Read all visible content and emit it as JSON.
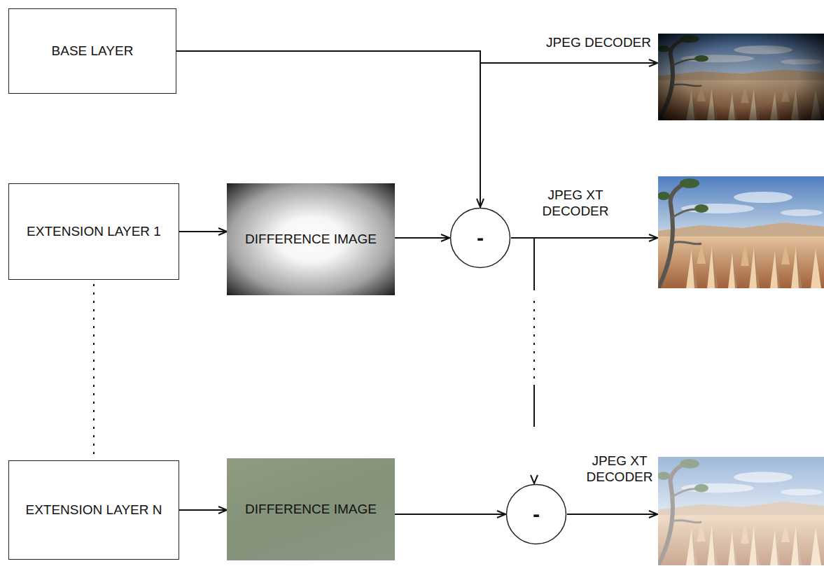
{
  "diagram": {
    "nodes": [
      {
        "text": [
          "BASE LAYER"
        ]
      },
      {
        "text": [
          "EXTENSION LAYER 1"
        ]
      },
      {
        "text": [
          "DIFFERENCE IMAGE"
        ]
      },
      {
        "text": [
          "-"
        ]
      },
      {
        "text": [
          "EXTENSION LAYER N"
        ]
      },
      {
        "text": [
          "DIFFERENCE IMAGE"
        ]
      },
      {
        "text": [
          "-"
        ]
      }
    ],
    "edges": [
      {
        "from": 0,
        "to": 3,
        "arrow": "to"
      },
      {
        "from": 1,
        "to": 2,
        "arrow": "to"
      },
      {
        "from": 2,
        "to": 3,
        "arrow": "to"
      },
      {
        "from": 3,
        "to": 6,
        "arrow": "to"
      },
      {
        "from": 1,
        "to": 4,
        "arrow": "none"
      },
      {
        "from": 4,
        "to": 5,
        "arrow": "to"
      },
      {
        "from": 5,
        "to": 6,
        "arrow": "to"
      }
    ],
    "labels": [
      "JPEG DECODER",
      "JPEG XT DECODER",
      "JPEG XT DECODER"
    ]
  }
}
